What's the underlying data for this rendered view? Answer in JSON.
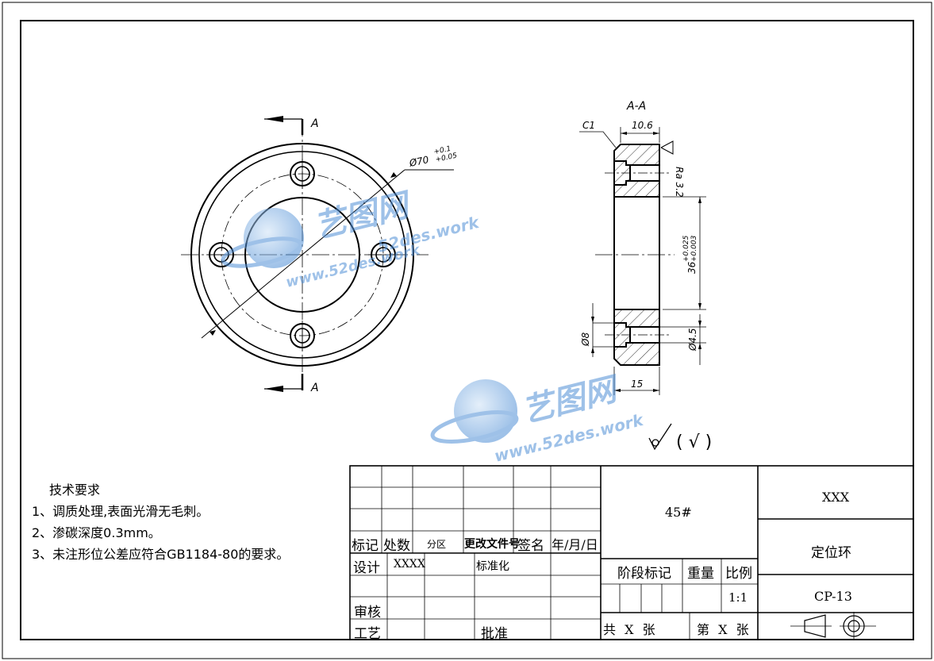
{
  "drawing": {
    "front_view": {
      "section_marker_top": "A",
      "section_marker_bottom": "A",
      "dim_hole_circle": "Ø70",
      "dim_hole_circle_tol_upper": "+0.1",
      "dim_hole_circle_tol_lower": "+0.05"
    },
    "section_view": {
      "title": "A-A",
      "chamfer": "C1",
      "dim_width": "10.6",
      "roughness": "Ra 3.2",
      "dim_bore": "36",
      "dim_bore_tol_upper": "+0.025",
      "dim_bore_tol_lower": "+0.003",
      "dim_cbore": "Ø8",
      "dim_hole": "Ø4.5",
      "dim_length": "15"
    },
    "roughness_rest": "( √ )"
  },
  "watermark": {
    "brand": "艺图网",
    "url_top": "52des.work",
    "url_bottom": "www.52des.work",
    "url_bottom2": "www.52des.work"
  },
  "tech_notes": {
    "title": "技术要求",
    "items": [
      "1、调质处理,表面光滑无毛刺。",
      "2、渗碳深度0.3mm。",
      "3、未注形位公差应符合GB1184-80的要求。"
    ]
  },
  "title_block": {
    "mark": "标记",
    "count": "处数",
    "zone": "分区",
    "change_doc": "更改文件号",
    "signature": "签名",
    "date": "年/月/日",
    "design": "设计",
    "designer": "XXXX",
    "standardize": "标准化",
    "review": "审核",
    "process": "工艺",
    "approve": "批准",
    "material": "45#",
    "stage_mark": "阶段标记",
    "weight": "重量",
    "scale": "比例",
    "scale_value": "1:1",
    "sheets_total": "共 X 张",
    "sheet_no": "第 X 张",
    "company": "XXX",
    "part_name": "定位环",
    "drawing_no": "CP-13"
  }
}
